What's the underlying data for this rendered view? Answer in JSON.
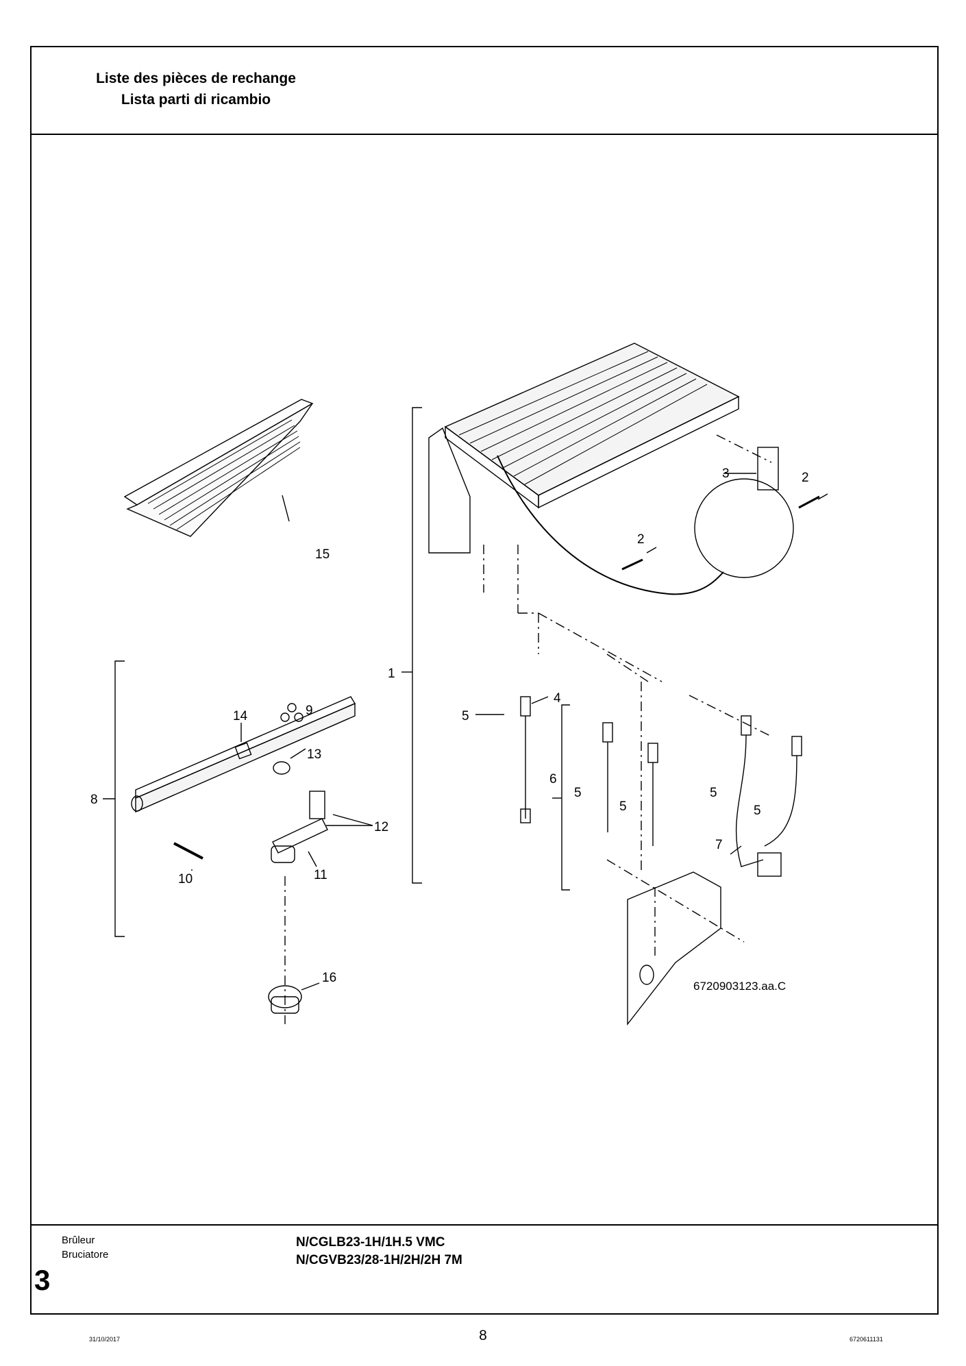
{
  "header": {
    "title_fr": "Liste des pièces de rechange",
    "title_it": "Lista parti di ricambio"
  },
  "diagram": {
    "callouts": {
      "c1": "1",
      "c2a": "2",
      "c2b": "2",
      "c3": "3",
      "c4": "4",
      "c5a": "5",
      "c5b": "5",
      "c5c": "5",
      "c5d": "5",
      "c5e": "5",
      "c6": "6",
      "c7": "7",
      "c8": "8",
      "c9": "9",
      "c10": "10",
      "c11": "11",
      "c12": "12",
      "c13": "13",
      "c14": "14",
      "c15": "15",
      "c16": "16"
    },
    "drawing_code": "6720903123.aa.C"
  },
  "footer": {
    "section_fr": "Brûleur",
    "section_it": "Bruciatore",
    "section_number": "3",
    "model_1": "N/CGLB23-1H/1H.5 VMC",
    "model_2": "N/CGVB23/28-1H/2H/2H 7M"
  },
  "page": {
    "date": "31/10/2017",
    "number": "8",
    "doc_number": "6720611131"
  }
}
